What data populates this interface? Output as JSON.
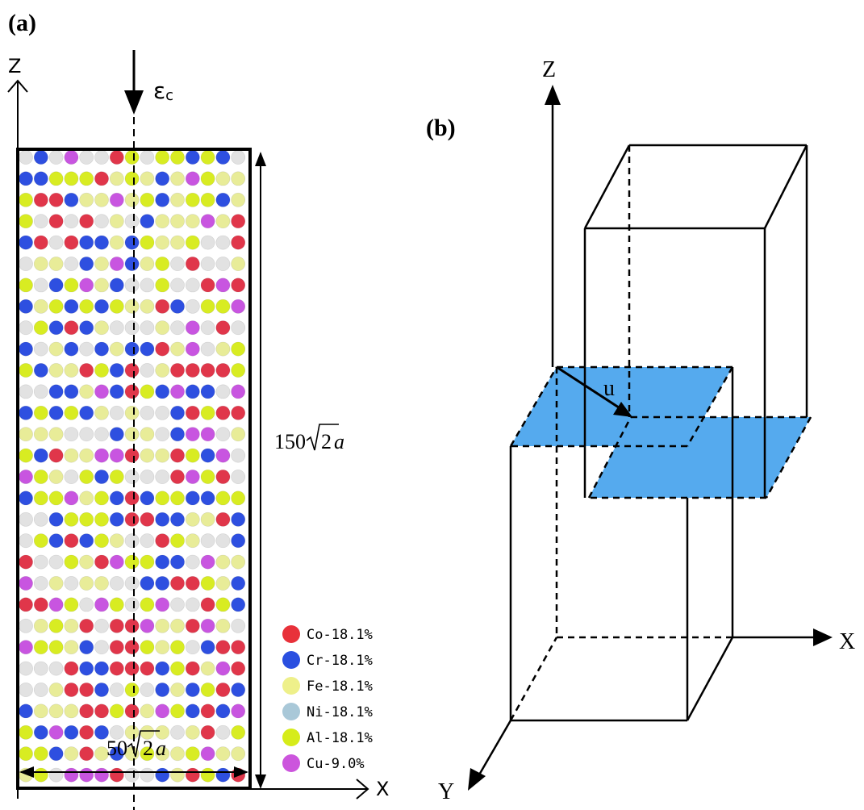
{
  "panel_a": {
    "label": "(a)",
    "axis_z": "Z",
    "axis_x": "X",
    "strain_symbol": "ε",
    "strain_subscript": "c",
    "height_dim": {
      "coef": "150",
      "radicand": "2",
      "var": "a"
    },
    "width_dim": {
      "coef": "50",
      "radicand": "2",
      "var": "a"
    },
    "legend": [
      {
        "label": "Co-18.1%",
        "color": "#e8313a"
      },
      {
        "label": "Cr-18.1%",
        "color": "#2a4fe0"
      },
      {
        "label": "Fe-18.1%",
        "color": "#eef08a"
      },
      {
        "label": "Ni-18.1%",
        "color": "#a9c8d8"
      },
      {
        "label": "Al-18.1%",
        "color": "#d6ec1a"
      },
      {
        "label": "Cu-9.0%",
        "color": "#cc55dd"
      }
    ],
    "lattice_colors": {
      "Co": "#e0364a",
      "Cr": "#2e4fe0",
      "Fe": "#e8ec98",
      "Ni": "#e2e2e2",
      "Al": "#d8ec22",
      "Cu": "#c855e0"
    }
  },
  "panel_b": {
    "label": "(b)",
    "axis_z": "Z",
    "axis_x": "X",
    "axis_y": "Y",
    "vector_label": "u",
    "plane_color": "#55aaee"
  }
}
